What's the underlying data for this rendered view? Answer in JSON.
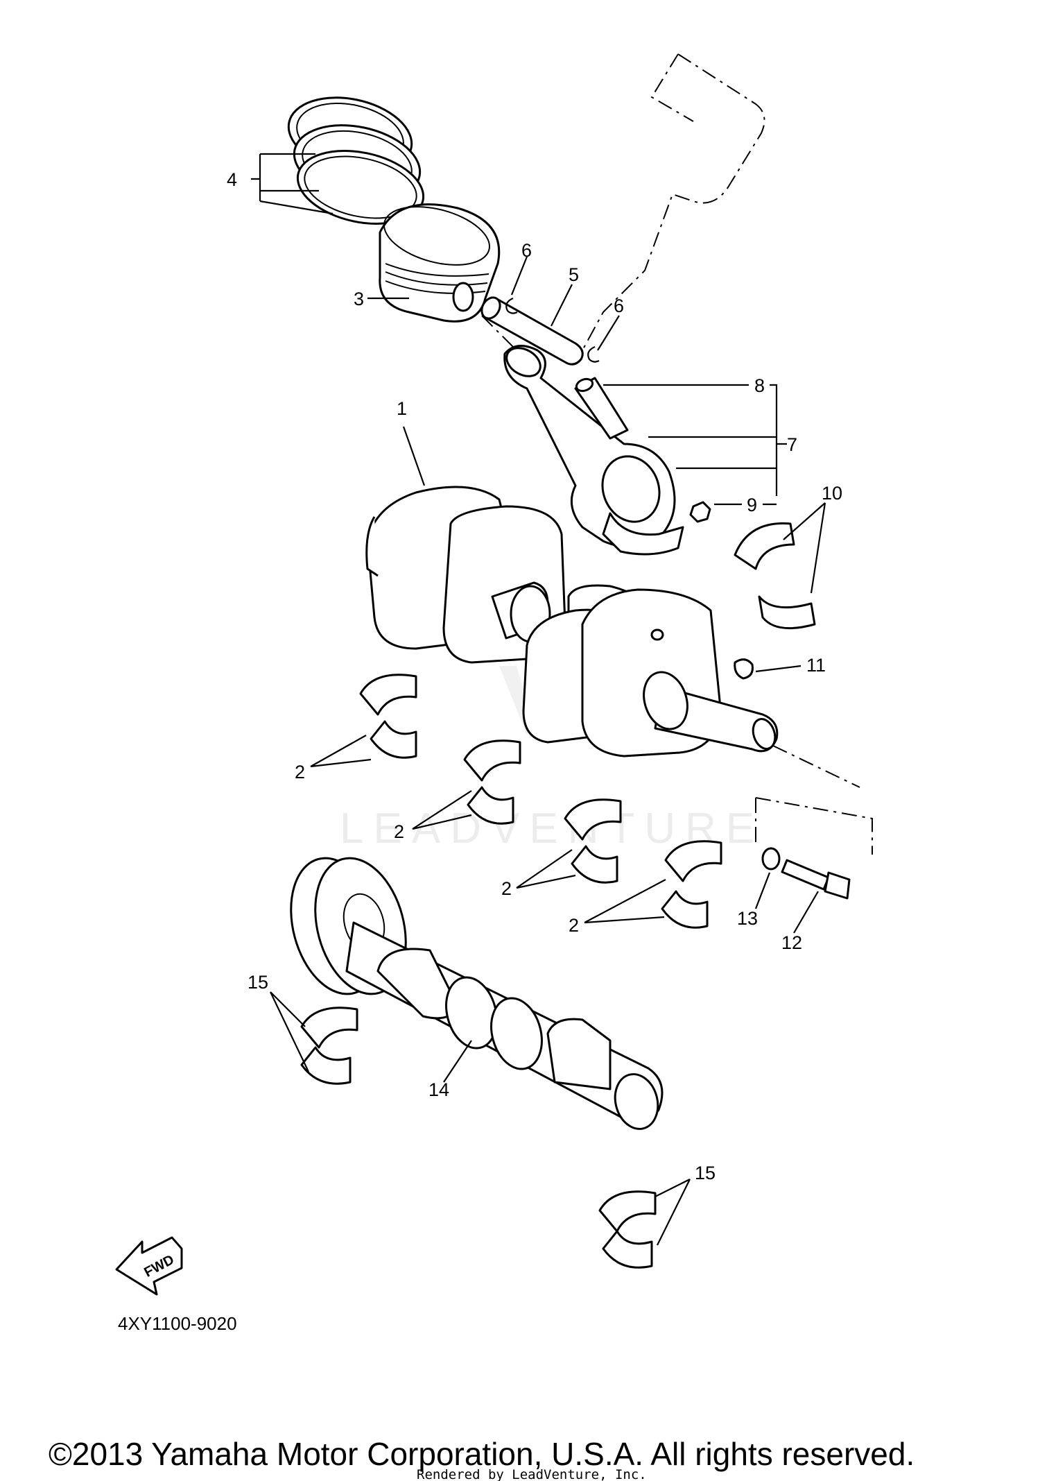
{
  "diagram": {
    "part_code": "4XY1100-9020",
    "fwd_label": "FWD",
    "watermark": "LEADVENTURE",
    "copyright": "©2013 Yamaha Motor Corporation, U.S.A. All rights reserved.",
    "rendered_by": "Rendered by LeadVenture, Inc.",
    "callouts": {
      "c1": "1",
      "c2a": "2",
      "c2b": "2",
      "c2c": "2",
      "c2d": "2",
      "c3": "3",
      "c4": "4",
      "c5": "5",
      "c6a": "6",
      "c6b": "6",
      "c7": "7",
      "c8": "8",
      "c9": "9",
      "c10": "10",
      "c11": "11",
      "c12": "12",
      "c13": "13",
      "c14": "14",
      "c15a": "15",
      "c15b": "15"
    }
  }
}
